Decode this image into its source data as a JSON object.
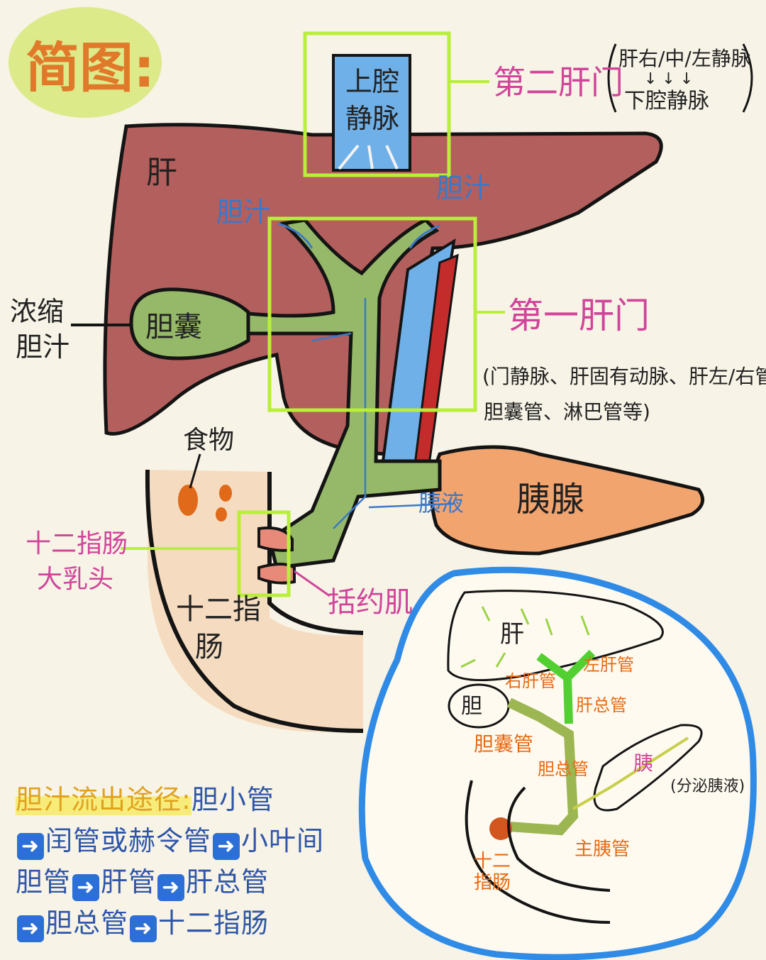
{
  "title": "简图:",
  "main": {
    "ivc_top": "上腔",
    "ivc_bottom": "静脉",
    "liver": "肝",
    "bile_left": "胆汁",
    "bile_right": "胆汁",
    "concentrate_1": "浓缩",
    "concentrate_2": "胆汁",
    "gallbladder": "胆囊",
    "food": "食物",
    "papilla_1": "十二指肠",
    "papilla_2": "大乳头",
    "duodenum_1": "十二指",
    "duodenum_2": "肠",
    "sphincter": "括约肌",
    "pancreatic_juice": "胰液",
    "pancreas": "胰腺",
    "second_porta": "第二肝门",
    "second_note_1": "肝右/中/左静脉",
    "second_note_2": "下腔静脉",
    "first_porta": "第一肝门",
    "first_note_1": "(门静脉、肝固有动脉、肝左/右管、",
    "first_note_2": "胆囊管、淋巴管等)"
  },
  "inset": {
    "liver": "肝",
    "right_duct": "右肝管",
    "left_duct": "左肝管",
    "gall": "胆",
    "common_hepatic": "肝总管",
    "cystic": "胆囊管",
    "common_bile": "胆总管",
    "pancreas": "胰",
    "secretes": "(分泌胰液)",
    "main_pancreatic": "主胰管",
    "duodenum_1": "十二",
    "duodenum_2": "指肠"
  },
  "route": {
    "label": "胆汁流出途径:",
    "steps": [
      "胆小管",
      "闰管或赫令管",
      "小叶间胆管",
      "肝管",
      "肝总管",
      "胆总管",
      "十二指肠"
    ]
  },
  "colors": {
    "liver": "#b35f5d",
    "bile_duct": "#95b968",
    "vein": "#6fb0e8",
    "artery": "#c42b2b",
    "pancreas": "#f2a46f",
    "duodenum": "#f5dcc0",
    "highlight_box": "#b9ee3a",
    "inset_border": "#2f8be6",
    "magenta": "#d0459a",
    "orange": "#e76a12"
  }
}
